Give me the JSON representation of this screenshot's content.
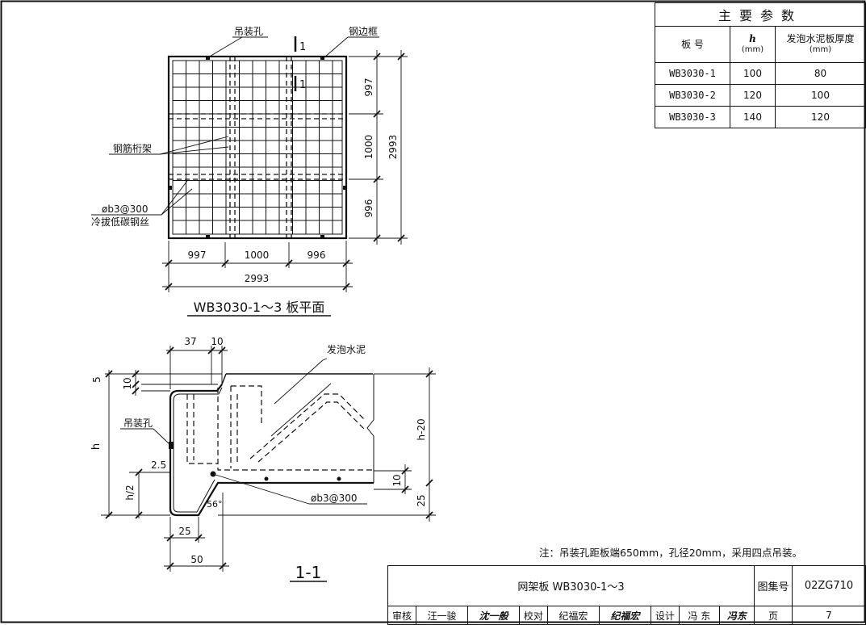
{
  "params_table": {
    "caption": "主要参数",
    "headers": {
      "board": "板 号",
      "h_label": "h",
      "h_unit": "(mm)",
      "foam_label": "发泡水泥板厚度",
      "foam_unit": "(mm)"
    },
    "rows": [
      {
        "board": "WB3030-1",
        "h": "100",
        "foam": "80"
      },
      {
        "board": "WB3030-2",
        "h": "120",
        "foam": "100"
      },
      {
        "board": "WB3030-3",
        "h": "140",
        "foam": "120"
      }
    ]
  },
  "plan": {
    "title": "WB3030-1～3 板平面",
    "labels": {
      "lift_hole": "吊装孔",
      "steel_frame": "钢边框",
      "truss": "钢筋桁架",
      "wire_spec": "ø<sup>b</sup>3@300",
      "wire_spec_text": "øb3@300",
      "wire_material": "冷拔低碳钢丝",
      "section_mark": "1"
    },
    "dims_right": [
      "997",
      "1000",
      "996",
      "2993"
    ],
    "dims_bottom": [
      "997",
      "1000",
      "996",
      "2993"
    ]
  },
  "section": {
    "title": "1-1",
    "labels": {
      "foam_cement": "发泡水泥",
      "lift_hole": "吊装孔",
      "rebar": "øb3@300",
      "h": "h",
      "h_half": "h/2",
      "h_minus": "h-20",
      "angle": "56°"
    },
    "dims": {
      "d37": "37",
      "d10a": "10",
      "d5": "5",
      "d10b": "10",
      "d2_5": "2.5",
      "d25a": "25",
      "d50": "50",
      "d10c": "10",
      "d25b": "25"
    }
  },
  "note": "注：吊装孔距板端650mm，孔径20mm，采用四点吊装。",
  "title_block": {
    "title": "网架板 WB3030-1～3",
    "atlas_label": "图集号",
    "atlas_no": "02ZG710",
    "page_label": "页",
    "page_no": "7",
    "review_label": "审核",
    "reviewer": "汪一骏",
    "reviewer_sig": "沈一般",
    "check_label": "校对",
    "checker": "纪福宏",
    "checker_sig": "纪福宏",
    "design_label": "设计",
    "designer": "冯 东",
    "designer_sig": "冯东"
  }
}
